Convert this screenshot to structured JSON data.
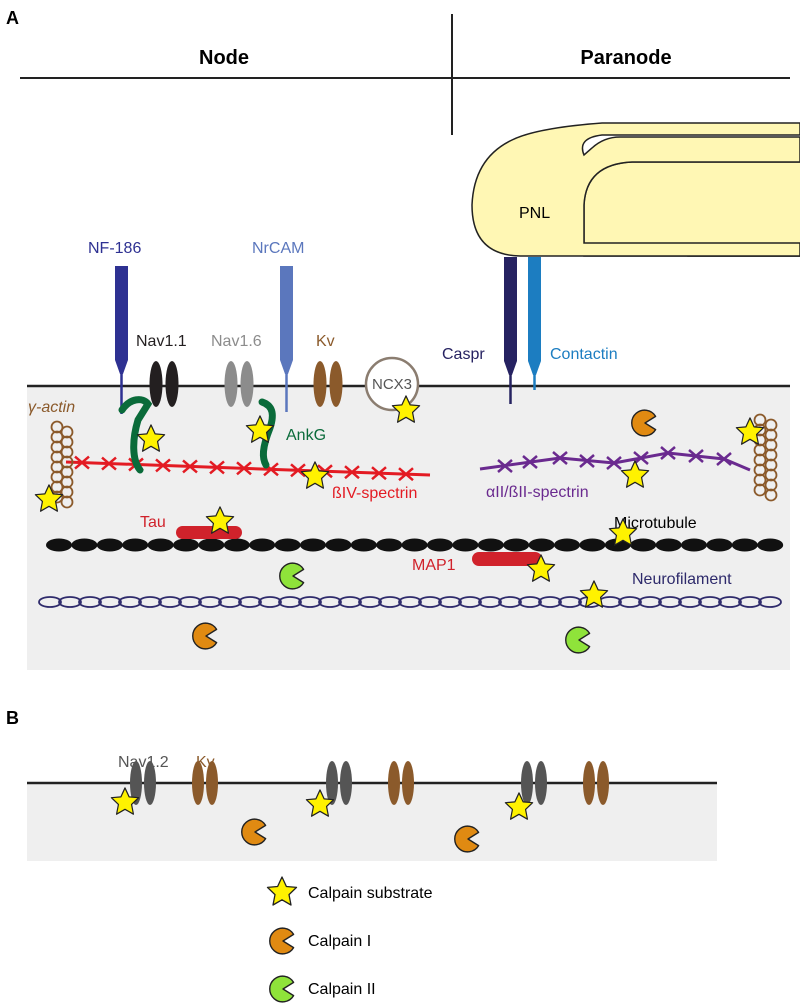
{
  "panel_a": {
    "panel_label": "A",
    "header_left": "Node",
    "header_right": "Paranode",
    "labels": {
      "nf186": "NF-186",
      "nrcam": "NrCAM",
      "nav11": "Nav1.1",
      "nav16": "Nav1.6",
      "kv": "Kv",
      "ncx3": "NCX3",
      "caspr": "Caspr",
      "contactin": "Contactin",
      "pnl": "PNL",
      "gamma_actin": "γ-actin",
      "ankg": "AnkG",
      "biv_spectrin": "ßIV-spectrin",
      "aii_bii_spectrin": "αII/ßII-spectrin",
      "tau": "Tau",
      "microtubule": "Microtubule",
      "map1": "MAP1",
      "neurofilament": "Neurofilament"
    }
  },
  "panel_b": {
    "panel_label": "B",
    "labels": {
      "nav12": "Nav1.2",
      "kv": "Kv"
    }
  },
  "legend": {
    "substrate": "Calpain substrate",
    "calpain1": "Calpain I",
    "calpain2": "Calpain II"
  },
  "colors": {
    "membrane_fill": "#efefef",
    "nf186": "#2e3192",
    "nrcam": "#5b77bd",
    "caspr": "#262261",
    "contactin": "#1c7dc1",
    "ankg": "#0a6b3a",
    "biv_spectrin": "#e31b23",
    "aii_bii_spectrin": "#6a2a8f",
    "gamma_actin": "#8b5a2b",
    "kv": "#8b5a2b",
    "nav11": "#231f20",
    "nav16": "#8c8c8c",
    "nav12": "#555555",
    "neurofilament": "#2e2a6b",
    "tau_map1": "#d0222b",
    "star": "#fff200",
    "calpain1": "#e08a12",
    "calpain2": "#8fe33a",
    "pnl_fill": "#fff7b4"
  }
}
